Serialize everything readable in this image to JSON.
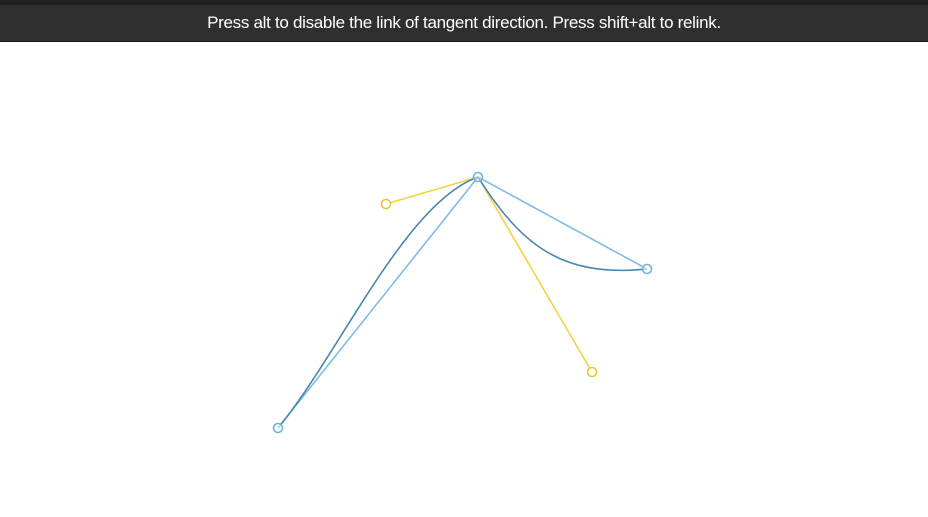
{
  "header": {
    "instruction": "Press alt to disable the link of tangent direction. Press shift+alt to relink."
  },
  "colors": {
    "header_bg": "#2f2f2f",
    "curve": "#4a86ad",
    "polygon": "#7bbde5",
    "handle_line": "#f0d540",
    "anchor_stroke": "#6fb3e0",
    "handle_stroke": "#e8c832"
  },
  "editor": {
    "anchor_icon": "circle-outline",
    "handle_icon": "circle-outline"
  }
}
